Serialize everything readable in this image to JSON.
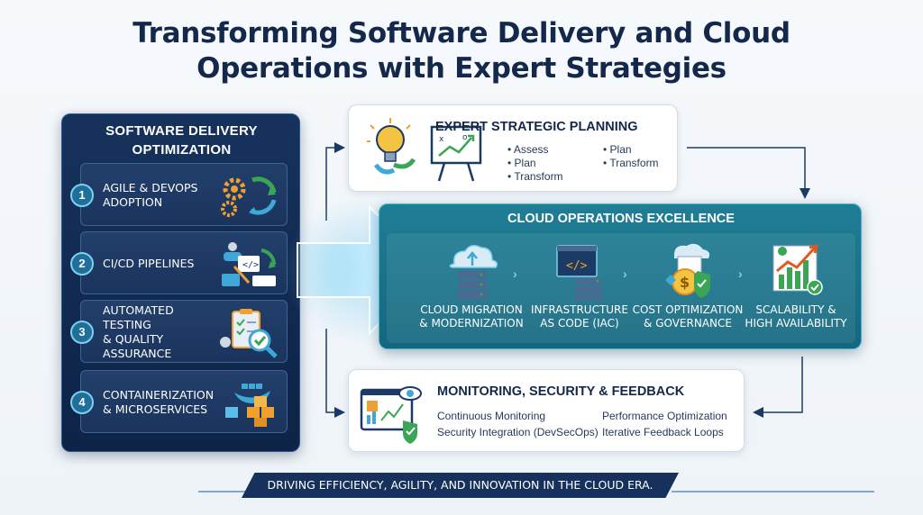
{
  "title_line1": "Transforming Software Delivery and Cloud",
  "title_line2": "Operations with Expert Strategies",
  "left": {
    "title_line1": "Software Delivery",
    "title_line2": "Optimization",
    "items": [
      {
        "num": "1",
        "label_line1": "Agile & DevOps",
        "label_line2": "Adoption",
        "icon": "gears-cycle-icon"
      },
      {
        "num": "2",
        "label_line1": "CI/CD Pipelines",
        "label_line2": "",
        "icon": "code-pipeline-icon"
      },
      {
        "num": "3",
        "label_line1": "Automated Testing",
        "label_line2": "& Quality Assurance",
        "icon": "clipboard-check-icon"
      },
      {
        "num": "4",
        "label_line1": "Containerization",
        "label_line2": "& Microservices",
        "icon": "containers-icon"
      }
    ]
  },
  "planning": {
    "title": "Expert Strategic Planning",
    "col1": [
      "Assess",
      "Plan",
      "Transform"
    ],
    "col2": [
      "Plan",
      "Transform"
    ],
    "icons": [
      "lightbulb-icon",
      "strategy-board-icon"
    ]
  },
  "cloud": {
    "title": "Cloud Operations Excellence",
    "items": [
      {
        "line1": "Cloud Migration",
        "line2": "& Modernization",
        "icon": "cloud-server-icon"
      },
      {
        "line1": "Infrastructure",
        "line2": "as Code (IaC)",
        "icon": "code-server-icon"
      },
      {
        "line1": "Cost Optimization",
        "line2": "& Governance",
        "icon": "cost-shield-icon"
      },
      {
        "line1": "Scalability &",
        "line2": "High Availability",
        "icon": "growth-chart-icon"
      }
    ]
  },
  "monitoring": {
    "title": "Monitoring, Security & Feedback",
    "col1": [
      "Continuous Monitoring",
      "Security Integration (DevSecOps)"
    ],
    "col2": [
      "Performance Optimization",
      "Iterative Feedback Loops"
    ],
    "icons": [
      "dashboard-eye-icon",
      "security-shield-icon"
    ]
  },
  "footer": "Driving Efficiency, Agility, and Innovation in the Cloud Era.",
  "colors": {
    "navy": "#14284b",
    "panel": "#16325c",
    "teal": "#1f7e95",
    "accent": "#7fd0ef",
    "green": "#3aa655",
    "orange": "#f0a030"
  }
}
